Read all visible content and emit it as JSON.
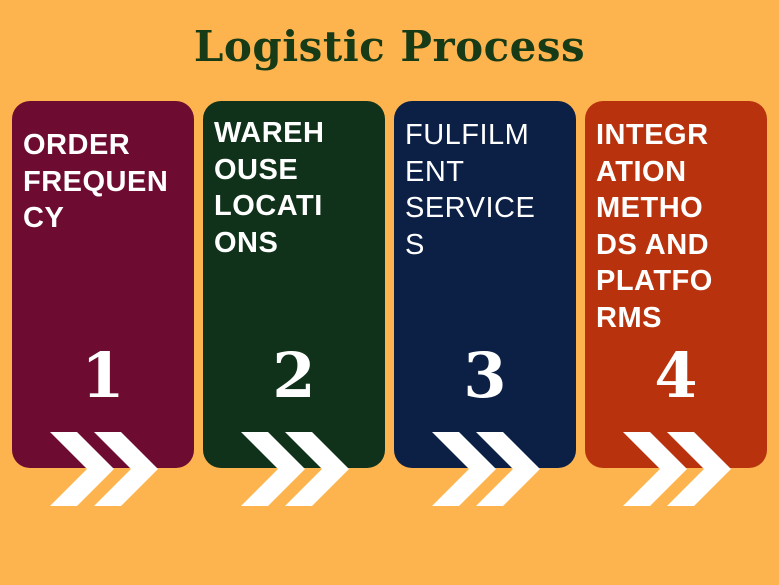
{
  "title": "Logistic Process",
  "steps": [
    {
      "lines": [
        "ORDER",
        "FREQUEN",
        "CY"
      ],
      "number": "1",
      "color": "#6e0b30"
    },
    {
      "lines": [
        "WAREH",
        "OUSE",
        "LOCATI",
        "ONS"
      ],
      "number": "2",
      "color": "#10321a"
    },
    {
      "lines": [
        "FULFILM",
        "ENT",
        "SERVICE",
        "S"
      ],
      "number": "3",
      "color": "#0c2046"
    },
    {
      "lines": [
        "INTEGR",
        "ATION",
        "METHO",
        "DS AND",
        "PLATFO",
        "RMS"
      ],
      "number": "4",
      "color": "#b8330d"
    }
  ],
  "background": "#fdb44f",
  "title_color": "#173b17"
}
